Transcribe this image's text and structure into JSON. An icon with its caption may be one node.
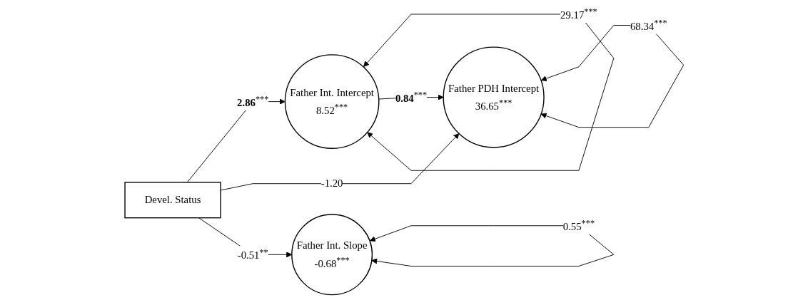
{
  "diagram": {
    "nodes": [
      {
        "text": [
          "Devel. Status"
        ]
      },
      {
        "text": [
          "Father Int. Intercept",
          "8.52$^{***}$"
        ]
      },
      {
        "text": [
          "Father Int. Slope",
          "-0.68$^{***}$"
        ]
      },
      {
        "text": [
          "Father PDH Intercept",
          "36.65$^{***}$"
        ]
      }
    ],
    "edges": [
      {
        "from": 1,
        "to": 1,
        "arrow": "both",
        "label": "29.17$^{***}$"
      },
      {
        "from": 0,
        "to": 1,
        "arrow": "to",
        "label": "**2.86**$^{***}$"
      },
      {
        "from": 1,
        "to": 3,
        "arrow": "to",
        "label": "**0.84**$^{***}$"
      },
      {
        "from": 3,
        "to": 3,
        "arrow": "both",
        "label": "68.34$^{***}$"
      },
      {
        "from": 0,
        "to": 3,
        "arrow": "to",
        "label": "-1.20"
      },
      {
        "from": 0,
        "to": 2,
        "arrow": "to",
        "label": "-0.51$^{**}$"
      },
      {
        "from": 2,
        "to": 2,
        "arrow": "both",
        "label": "0.55$^{***}$"
      }
    ]
  }
}
